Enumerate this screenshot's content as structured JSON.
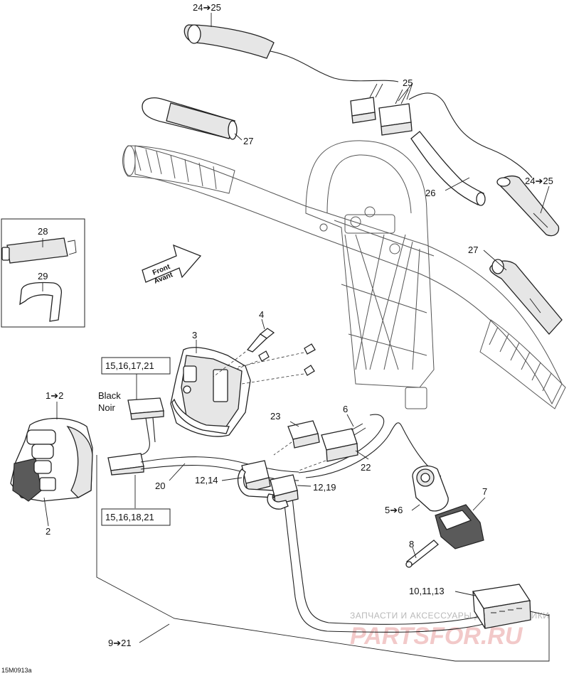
{
  "labels": {
    "l_24_25_top": "24➔25",
    "l_25": "25",
    "l_27_top": "27",
    "l_26": "26",
    "l_24_25_right": "24➔25",
    "l_27_right": "27",
    "l_28": "28",
    "l_29": "29",
    "l_4": "4",
    "l_3": "3",
    "l_box_top": "15,16,17,21",
    "l_black": "Black",
    "l_noir": "Noir",
    "l_1_2": "1➔2",
    "l_2": "2",
    "l_20": "20",
    "l_23": "23",
    "l_6": "6",
    "l_22": "22",
    "l_12_14": "12,14",
    "l_12_19": "12,19",
    "l_7": "7",
    "l_5_6": "5➔6",
    "l_8": "8",
    "l_box_bottom": "15,16,18,21",
    "l_10_11_13": "10,11,13",
    "l_9_21": "9➔21",
    "l_ref": "15M0913a"
  },
  "arrow": {
    "front": "Front",
    "avant": "Avant"
  },
  "watermark": {
    "text": "ЗАПЧАСТИ И АКСЕССУАРЫ ДЛЯ ... ТЕХНИКИ",
    "logo": "PARTSFOR.RU"
  }
}
